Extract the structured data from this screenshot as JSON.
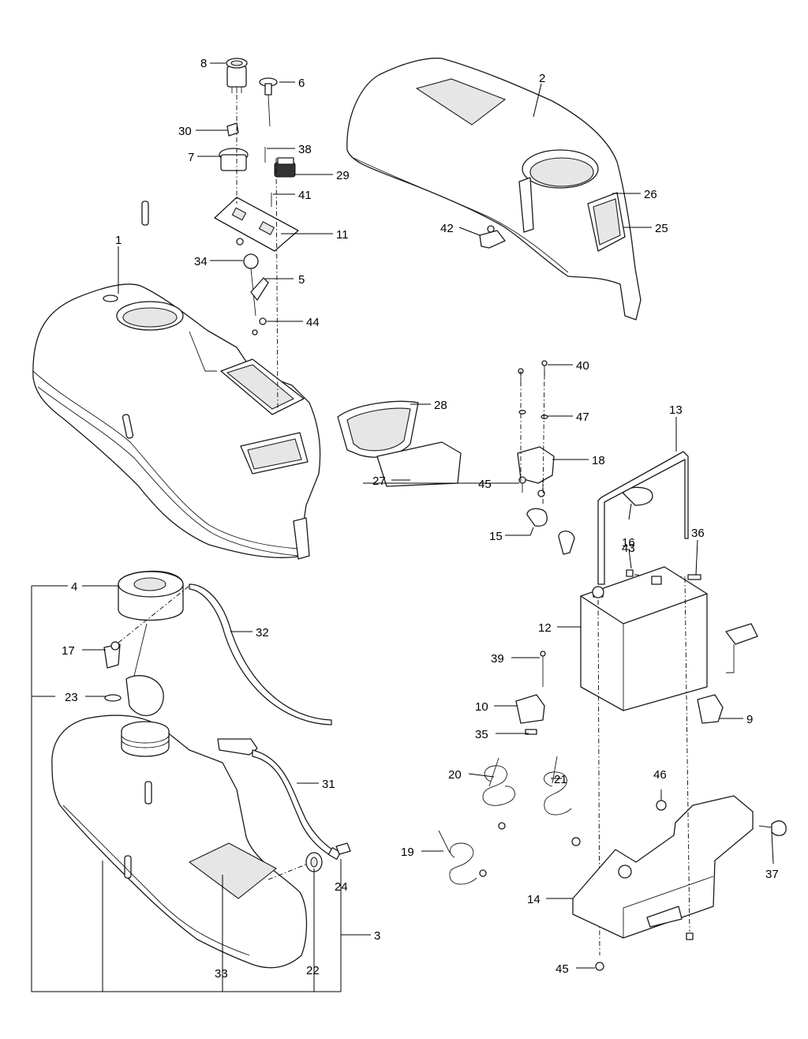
{
  "callouts": [
    {
      "id": "c8",
      "text": "8"
    },
    {
      "id": "c6",
      "text": "6"
    },
    {
      "id": "c30",
      "text": "30"
    },
    {
      "id": "c38",
      "text": "38"
    },
    {
      "id": "c7",
      "text": "7"
    },
    {
      "id": "c29",
      "text": "29"
    },
    {
      "id": "c41",
      "text": "41"
    },
    {
      "id": "c11",
      "text": "11"
    },
    {
      "id": "c1",
      "text": "1"
    },
    {
      "id": "c34",
      "text": "34"
    },
    {
      "id": "c5",
      "text": "5"
    },
    {
      "id": "c44",
      "text": "44"
    },
    {
      "id": "c2",
      "text": "2"
    },
    {
      "id": "c26",
      "text": "26"
    },
    {
      "id": "c25",
      "text": "25"
    },
    {
      "id": "c42",
      "text": "42"
    },
    {
      "id": "c40",
      "text": "40"
    },
    {
      "id": "c28",
      "text": "28"
    },
    {
      "id": "c47",
      "text": "47"
    },
    {
      "id": "c13",
      "text": "13"
    },
    {
      "id": "c18",
      "text": "18"
    },
    {
      "id": "c27",
      "text": "27"
    },
    {
      "id": "c45a",
      "text": "45"
    },
    {
      "id": "c16",
      "text": "16"
    },
    {
      "id": "c15",
      "text": "15"
    },
    {
      "id": "c43",
      "text": "43"
    },
    {
      "id": "c36",
      "text": "36"
    },
    {
      "id": "c4",
      "text": "4"
    },
    {
      "id": "c32",
      "text": "32"
    },
    {
      "id": "c12",
      "text": "12"
    },
    {
      "id": "c17",
      "text": "17"
    },
    {
      "id": "c39",
      "text": "39"
    },
    {
      "id": "c23",
      "text": "23"
    },
    {
      "id": "c10",
      "text": "10"
    },
    {
      "id": "c9",
      "text": "9"
    },
    {
      "id": "c35",
      "text": "35"
    },
    {
      "id": "c31",
      "text": "31"
    },
    {
      "id": "c21",
      "text": "21"
    },
    {
      "id": "c20",
      "text": "20"
    },
    {
      "id": "c46",
      "text": "46"
    },
    {
      "id": "c19",
      "text": "19"
    },
    {
      "id": "c37",
      "text": "37"
    },
    {
      "id": "c24",
      "text": "24"
    },
    {
      "id": "c14",
      "text": "14"
    },
    {
      "id": "c3",
      "text": "3"
    },
    {
      "id": "c22",
      "text": "22"
    },
    {
      "id": "c33",
      "text": "33"
    },
    {
      "id": "c45b",
      "text": "45"
    }
  ]
}
